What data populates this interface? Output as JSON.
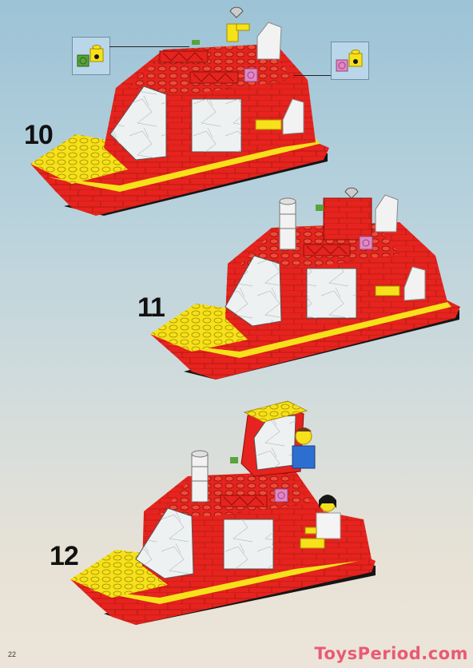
{
  "steps": [
    {
      "number": "10"
    },
    {
      "number": "11"
    },
    {
      "number": "12"
    }
  ],
  "page_number": "22",
  "watermark": "ToysPeriod.com",
  "colors": {
    "red": "#e6231e",
    "dark_red": "#b3170f",
    "yellow": "#f6e11a",
    "black": "#161616",
    "window": "#eef1f1",
    "pink": "#e685c6",
    "green": "#58a43a",
    "blue": "#2d6fd1",
    "callout_bg": "#b9d7e8"
  },
  "icons": [
    "lego-yellow-brick-icon",
    "lego-green-round-brick-icon",
    "lego-pink-round-brick-icon",
    "lego-yellow-antenna-icon",
    "minifigure-icon"
  ]
}
